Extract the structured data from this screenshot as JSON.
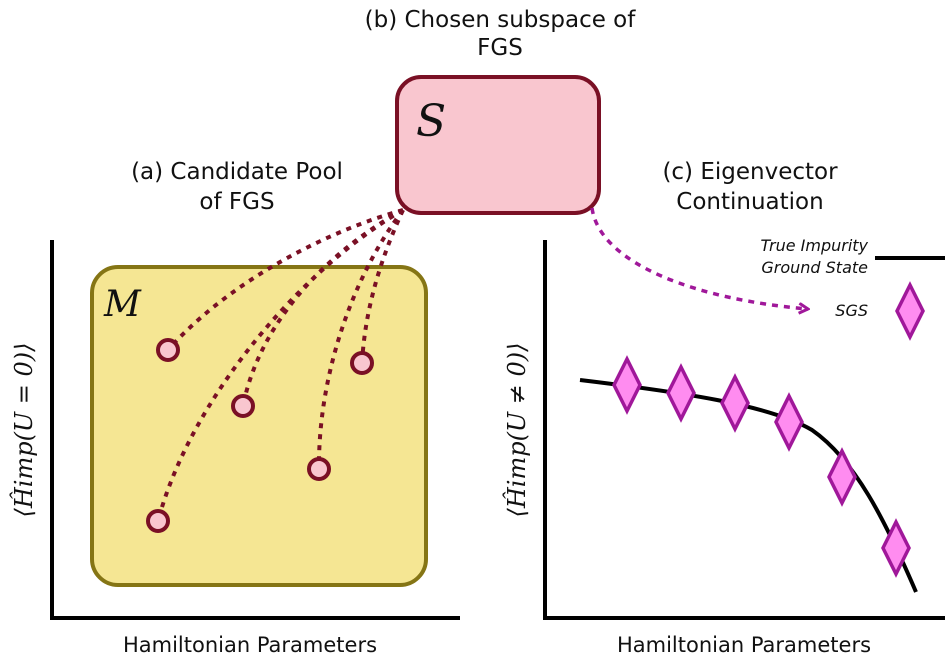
{
  "colors": {
    "subspace_fill": "#f9c6cf",
    "subspace_stroke": "#7a1025",
    "pool_fill": "#f5e693",
    "pool_stroke": "#857515",
    "candidate_fill": "#f9c6cf",
    "candidate_stroke": "#7a1025",
    "connector": "#7a1025",
    "eigen_arrow": "#a0189a",
    "sgs_fill": "#ff8cf0",
    "sgs_stroke": "#a0189a",
    "curve": "#000000",
    "axis": "#000000"
  },
  "labels": {
    "b_title_line1": "(b) Chosen subspace of",
    "b_title_line2": "FGS",
    "a_title_line1": "(a) Candidate Pool",
    "a_title_line2": "of FGS",
    "c_title_line1": "(c) Eigenvector",
    "c_title_line2": "Continuation",
    "subspace_symbol": "S",
    "pool_symbol": "M",
    "left_ylabel": "⟨Ĥimp(U = 0)⟩",
    "right_ylabel": "⟨Ĥimp(U ≠ 0)⟩",
    "left_xlabel": "Hamiltonian Parameters",
    "right_xlabel": "Hamiltonian Parameters",
    "legend_true_line1": "True Impurity",
    "legend_true_line2": "Ground State",
    "legend_sgs": "SGS"
  },
  "icons": {
    "candidate_marker": "circle-marker",
    "sgs_marker": "diamond-marker"
  }
}
